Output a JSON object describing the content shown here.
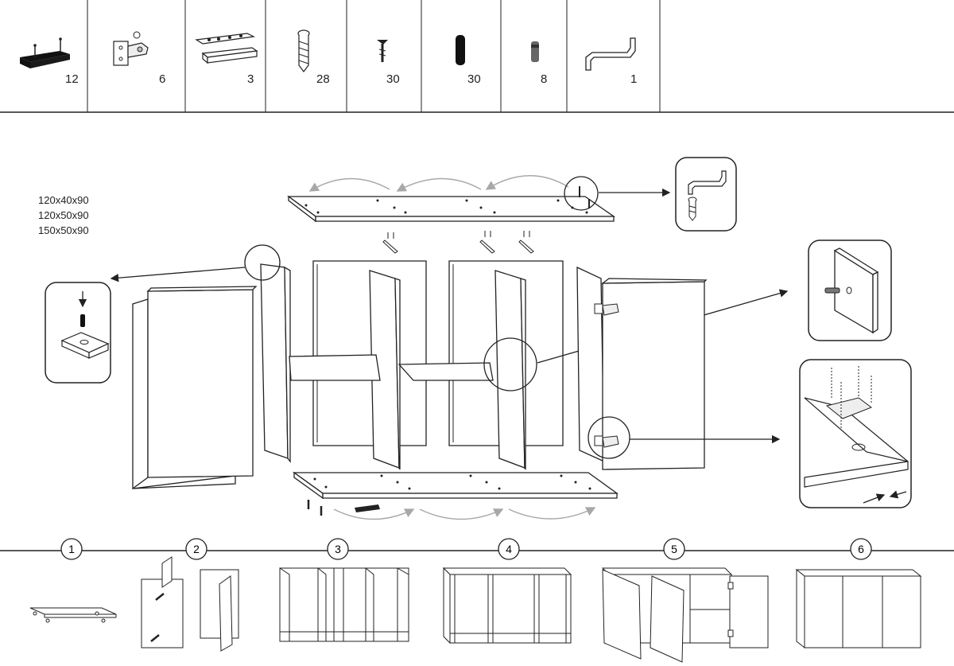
{
  "parts": [
    {
      "name": "rail-with-dowels",
      "qty": "12"
    },
    {
      "name": "hinge",
      "qty": "6"
    },
    {
      "name": "connector-plate",
      "qty": "3"
    },
    {
      "name": "long-screw",
      "qty": "28"
    },
    {
      "name": "small-screw",
      "qty": "30"
    },
    {
      "name": "wooden-dowel",
      "qty": "30"
    },
    {
      "name": "cam-pin",
      "qty": "8"
    },
    {
      "name": "allen-key",
      "qty": "1"
    }
  ],
  "sizes": [
    "120x40x90",
    "120x50x90",
    "150x50x90"
  ],
  "steps": [
    {
      "number": "1"
    },
    {
      "number": "2"
    },
    {
      "number": "3"
    },
    {
      "number": "4"
    },
    {
      "number": "5"
    },
    {
      "number": "6"
    }
  ],
  "colors": {
    "line": "#222222",
    "arrow": "#a8a8a8",
    "panel": "#ffffff"
  }
}
